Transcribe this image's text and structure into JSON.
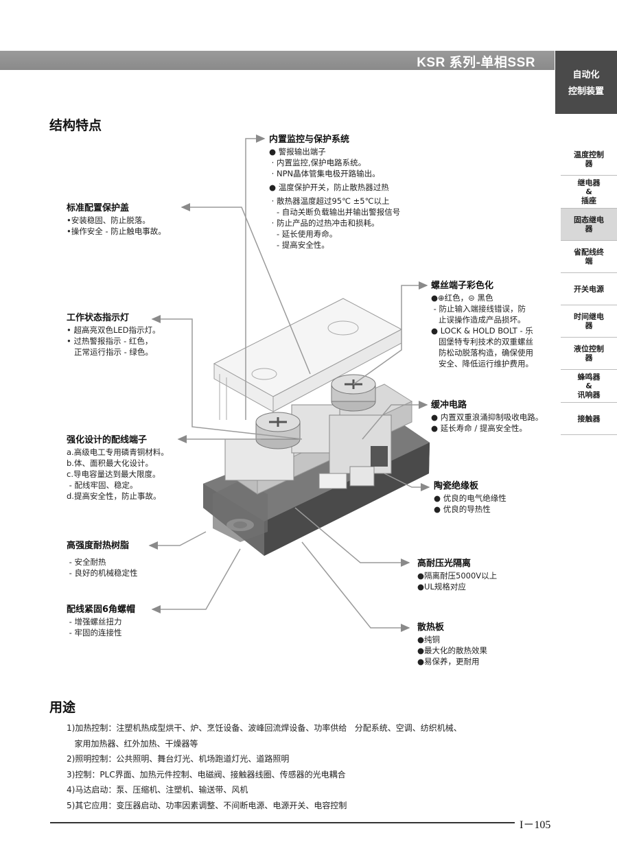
{
  "header": {
    "title": "KSR 系列-单相SSR"
  },
  "side_nav": {
    "main_label_1": "自动化",
    "main_label_2": "控制装置",
    "items": [
      {
        "label": "温度控制\n器"
      },
      {
        "label": "继电器\n&\n插座"
      },
      {
        "label": "固态继电\n器",
        "active": true
      },
      {
        "label": "省配线终\n端"
      },
      {
        "label": "开关电源"
      },
      {
        "label": "时间继电\n器"
      },
      {
        "label": "液位控制\n器"
      },
      {
        "label": "蜂鸣器\n&\n讯响器"
      },
      {
        "label": "接触器"
      }
    ]
  },
  "features": {
    "title": "结构特点",
    "cover": {
      "head": "标准配置保护盖",
      "lines": [
        "•安装稳固、防止脱落。",
        "•操作安全 - 防止触电事故。"
      ]
    },
    "indicator": {
      "head": "工作状态指示灯",
      "lines": [
        "• 超高亮双色LED指示灯。",
        "• 过热警报指示 - 红色，",
        "   正常运行指示 - 绿色。"
      ]
    },
    "terminal": {
      "head": "强化设计的配线端子",
      "lines": [
        "a.高级电工专用磷青铜材料。",
        "b.体、面积最大化设计。",
        "c.导电容量达到最大限度。",
        " - 配线牢固、稳定。",
        "d.提高安全性，防止事故。"
      ]
    },
    "resin": {
      "head": "高强度耐热树脂",
      "lines": [
        " - 安全耐热",
        " - 良好的机械稳定性"
      ]
    },
    "nut": {
      "head": "配线紧固6角螺帽",
      "lines": [
        " - 增强螺丝扭力",
        " - 牢固的连接性"
      ]
    },
    "monitor": {
      "head": "内置监控与保护系统",
      "lines": [
        "● 警报输出端子",
        " · 内置监控,保护电路系统。",
        " · NPN晶体管集电极开路输出。",
        "● 温度保护开关，防止散热器过热",
        " · 散热器温度超过95℃ ±5℃以上",
        "   - 自动关断负载输出并输出警报信号",
        " · 防止产品的过热冲击和损耗。",
        "   - 延长使用寿命。",
        "   - 提高安全性。"
      ]
    },
    "screw_color": {
      "head": "螺丝端子彩色化",
      "lines": [
        "●⊕红色，⊝ 黑色",
        " - 防止输入端接线错误，防",
        "   止误操作造成产品损坏。",
        "● LOCK & HOLD BOLT - 乐",
        "   固堡特专利技术的双重螺丝",
        "   防松动脱落构造，确保使用",
        "   安全、降低运行维护费用。"
      ]
    },
    "buffer": {
      "head": "缓冲电路",
      "lines": [
        "● 内置双重浪涌抑制吸收电路。",
        "● 延长寿命 / 提高安全性。"
      ]
    },
    "ceramic": {
      "head": "陶瓷绝缘板",
      "lines": [
        "● 优良的电气绝缘性",
        "● 优良的导热性"
      ]
    },
    "isolation": {
      "head": "高耐压光隔离",
      "lines": [
        "●隔离耐压5000V以上",
        "●UL规格对应"
      ]
    },
    "heatsink": {
      "head": "散热板",
      "lines": [
        "●纯铜",
        "●最大化的散热效果",
        "●易保养，更耐用"
      ]
    }
  },
  "applications": {
    "title": "用途",
    "lines": [
      "1)加热控制：注塑机热成型烘干、炉、烹饪设备、波峰回流焊设备、功率供给   分配系统、空调、纺织机械、",
      "   家用加热器、红外加热、干燥器等",
      "2)照明控制：公共照明、舞台灯光、机场跑道灯光、道路照明",
      "3)控制：PLC界面、加热元件控制、电磁阀、接触器线圈、传感器的光电耦合",
      "4)马达启动：泵、压缩机、注塑机、输送带、风机",
      "5)其它应用：变压器启动、功率因素调整、不间断电源、电源开关、电容控制"
    ]
  },
  "footer": {
    "page": "I－105"
  },
  "colors": {
    "banner": "#8f8f8f",
    "side_main": "#4a4a4a",
    "arrow": "#9a9a9a"
  }
}
